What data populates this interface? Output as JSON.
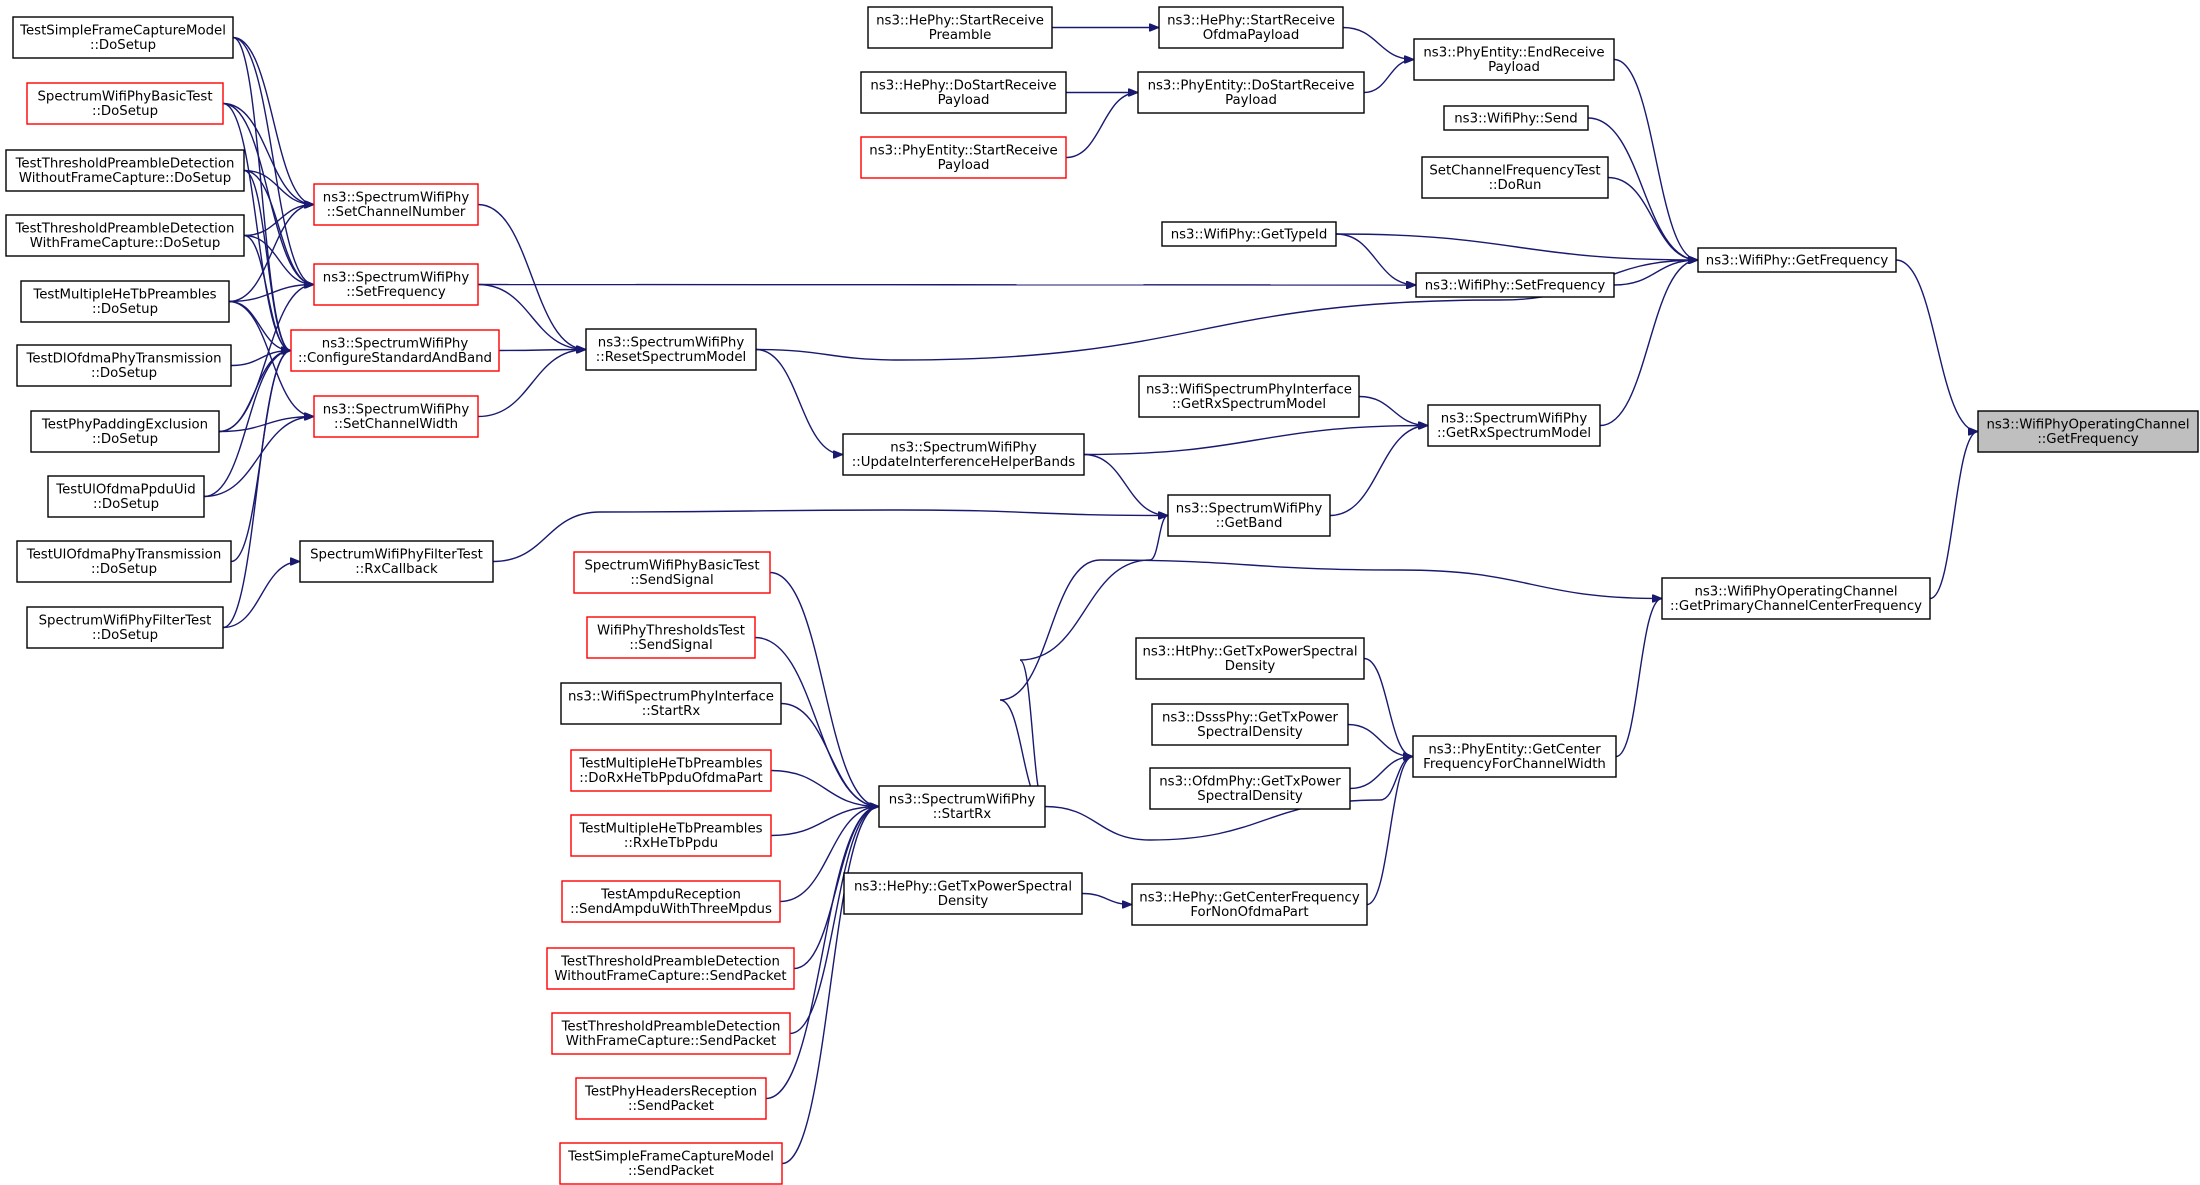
{
  "graph": {
    "edge_color": "#191970",
    "root_fill": "#bfbfbf",
    "highlight_border": "#ff0000",
    "nodes": [
      {
        "id": "root",
        "lines": [
          "ns3::WifiPhyOperatingChannel",
          "::GetFrequency"
        ],
        "style": "root"
      },
      {
        "id": "wifiphy_getfreq",
        "lines": [
          "ns3::WifiPhy::GetFrequency"
        ],
        "style": "normal"
      },
      {
        "id": "getprimary",
        "lines": [
          "ns3::WifiPhyOperatingChannel",
          "::GetPrimaryChannelCenterFrequency"
        ],
        "style": "normal"
      },
      {
        "id": "phyentity_endrx",
        "lines": [
          "ns3::PhyEntity::EndReceive",
          "Payload"
        ],
        "style": "normal"
      },
      {
        "id": "wifiphy_send",
        "lines": [
          "ns3::WifiPhy::Send"
        ],
        "style": "normal"
      },
      {
        "id": "setchanfreqtest",
        "lines": [
          "SetChannelFrequencyTest",
          "::DoRun"
        ],
        "style": "normal"
      },
      {
        "id": "gettypeid",
        "lines": [
          "ns3::WifiPhy::GetTypeId"
        ],
        "style": "normal"
      },
      {
        "id": "wifiphy_setfreq",
        "lines": [
          "ns3::WifiPhy::SetFrequency"
        ],
        "style": "normal"
      },
      {
        "id": "resetspectrum",
        "lines": [
          "ns3::SpectrumWifiPhy",
          "::ResetSpectrumModel"
        ],
        "style": "normal"
      },
      {
        "id": "getrxspectrum",
        "lines": [
          "ns3::SpectrumWifiPhy",
          "::GetRxSpectrumModel"
        ],
        "style": "normal"
      },
      {
        "id": "wsi_getrxspectrum",
        "lines": [
          "ns3::WifiSpectrumPhyInterface",
          "::GetRxSpectrumModel"
        ],
        "style": "normal"
      },
      {
        "id": "updateinterference",
        "lines": [
          "ns3::SpectrumWifiPhy",
          "::UpdateInterferenceHelperBands"
        ],
        "style": "normal"
      },
      {
        "id": "getband",
        "lines": [
          "ns3::SpectrumWifiPhy",
          "::GetBand"
        ],
        "style": "normal"
      },
      {
        "id": "getcenterfreq",
        "lines": [
          "ns3::PhyEntity::GetCenter",
          "FrequencyForChannelWidth"
        ],
        "style": "normal"
      },
      {
        "id": "htphy_gettxpsd",
        "lines": [
          "ns3::HtPhy::GetTxPowerSpectral",
          "Density"
        ],
        "style": "normal"
      },
      {
        "id": "dsssphy_gettxpsd",
        "lines": [
          "ns3::DsssPhy::GetTxPower",
          "SpectralDensity"
        ],
        "style": "normal"
      },
      {
        "id": "ofdmphy_gettxpsd",
        "lines": [
          "ns3::OfdmPhy::GetTxPower",
          "SpectralDensity"
        ],
        "style": "normal"
      },
      {
        "id": "hephy_getcenterfreq",
        "lines": [
          "ns3::HePhy::GetCenterFrequency",
          "ForNonOfdmaPart"
        ],
        "style": "normal"
      },
      {
        "id": "hephy_gettxpsd",
        "lines": [
          "ns3::HePhy::GetTxPowerSpectral",
          "Density"
        ],
        "style": "normal"
      },
      {
        "id": "startrx",
        "lines": [
          "ns3::SpectrumWifiPhy",
          "::StartRx"
        ],
        "style": "normal"
      },
      {
        "id": "hephy_startrxofdma",
        "lines": [
          "ns3::HePhy::StartReceive",
          "OfdmaPayload"
        ],
        "style": "normal"
      },
      {
        "id": "hephy_startrxpreamble",
        "lines": [
          "ns3::HePhy::StartReceive",
          "Preamble"
        ],
        "style": "normal"
      },
      {
        "id": "phyentity_dostartrx",
        "lines": [
          "ns3::PhyEntity::DoStartReceive",
          "Payload"
        ],
        "style": "normal"
      },
      {
        "id": "hephy_dostartrx",
        "lines": [
          "ns3::HePhy::DoStartReceive",
          "Payload"
        ],
        "style": "normal"
      },
      {
        "id": "phyentity_startrx",
        "lines": [
          "ns3::PhyEntity::StartReceive",
          "Payload"
        ],
        "style": "red"
      },
      {
        "id": "setchannelnumber",
        "lines": [
          "ns3::SpectrumWifiPhy",
          "::SetChannelNumber"
        ],
        "style": "red"
      },
      {
        "id": "swp_setfreq",
        "lines": [
          "ns3::SpectrumWifiPhy",
          "::SetFrequency"
        ],
        "style": "red"
      },
      {
        "id": "configurestd",
        "lines": [
          "ns3::SpectrumWifiPhy",
          "::ConfigureStandardAndBand"
        ],
        "style": "red"
      },
      {
        "id": "setchannelwidth",
        "lines": [
          "ns3::SpectrumWifiPhy",
          "::SetChannelWidth"
        ],
        "style": "red"
      },
      {
        "id": "filtertest_rxcb",
        "lines": [
          "SpectrumWifiPhyFilterTest",
          "::RxCallback"
        ],
        "style": "normal"
      },
      {
        "id": "t_simpleframe",
        "lines": [
          "TestSimpleFrameCaptureModel",
          "::DoSetup"
        ],
        "style": "normal"
      },
      {
        "id": "t_basictest",
        "lines": [
          "SpectrumWifiPhyBasicTest",
          "::DoSetup"
        ],
        "style": "red"
      },
      {
        "id": "t_threshwithout",
        "lines": [
          "TestThresholdPreambleDetection",
          "WithoutFrameCapture::DoSetup"
        ],
        "style": "normal"
      },
      {
        "id": "t_threshwith",
        "lines": [
          "TestThresholdPreambleDetection",
          "WithFrameCapture::DoSetup"
        ],
        "style": "normal"
      },
      {
        "id": "t_multiplehe",
        "lines": [
          "TestMultipleHeTbPreambles",
          "::DoSetup"
        ],
        "style": "normal"
      },
      {
        "id": "t_dlofdma",
        "lines": [
          "TestDlOfdmaPhyTransmission",
          "::DoSetup"
        ],
        "style": "normal"
      },
      {
        "id": "t_phypadding",
        "lines": [
          "TestPhyPaddingExclusion",
          "::DoSetup"
        ],
        "style": "normal"
      },
      {
        "id": "t_ulofdmauid",
        "lines": [
          "TestUlOfdmaPpduUid",
          "::DoSetup"
        ],
        "style": "normal"
      },
      {
        "id": "t_ulofdmatx",
        "lines": [
          "TestUlOfdmaPhyTransmission",
          "::DoSetup"
        ],
        "style": "normal"
      },
      {
        "id": "t_filtertest",
        "lines": [
          "SpectrumWifiPhyFilterTest",
          "::DoSetup"
        ],
        "style": "normal"
      },
      {
        "id": "s_basic_send",
        "lines": [
          "SpectrumWifiPhyBasicTest",
          "::SendSignal"
        ],
        "style": "red"
      },
      {
        "id": "s_thresh_send",
        "lines": [
          "WifiPhyThresholdsTest",
          "::SendSignal"
        ],
        "style": "red"
      },
      {
        "id": "s_wsi_startrx",
        "lines": [
          "ns3::WifiSpectrumPhyInterface",
          "::StartRx"
        ],
        "style": "normal"
      },
      {
        "id": "s_multi_ofdma",
        "lines": [
          "TestMultipleHeTbPreambles",
          "::DoRxHeTbPpduOfdmaPart"
        ],
        "style": "red"
      },
      {
        "id": "s_multi_rxhetb",
        "lines": [
          "TestMultipleHeTbPreambles",
          "::RxHeTbPpdu"
        ],
        "style": "red"
      },
      {
        "id": "s_ampdu",
        "lines": [
          "TestAmpduReception",
          "::SendAmpduWithThreeMpdus"
        ],
        "style": "red"
      },
      {
        "id": "s_threshwithout",
        "lines": [
          "TestThresholdPreambleDetection",
          "WithoutFrameCapture::SendPacket"
        ],
        "style": "red"
      },
      {
        "id": "s_threshwith",
        "lines": [
          "TestThresholdPreambleDetection",
          "WithFrameCapture::SendPacket"
        ],
        "style": "red"
      },
      {
        "id": "s_phyheaders",
        "lines": [
          "TestPhyHeadersReception",
          "::SendPacket"
        ],
        "style": "red"
      },
      {
        "id": "s_simpleframe",
        "lines": [
          "TestSimpleFrameCaptureModel",
          "::SendPacket"
        ],
        "style": "red"
      }
    ]
  }
}
